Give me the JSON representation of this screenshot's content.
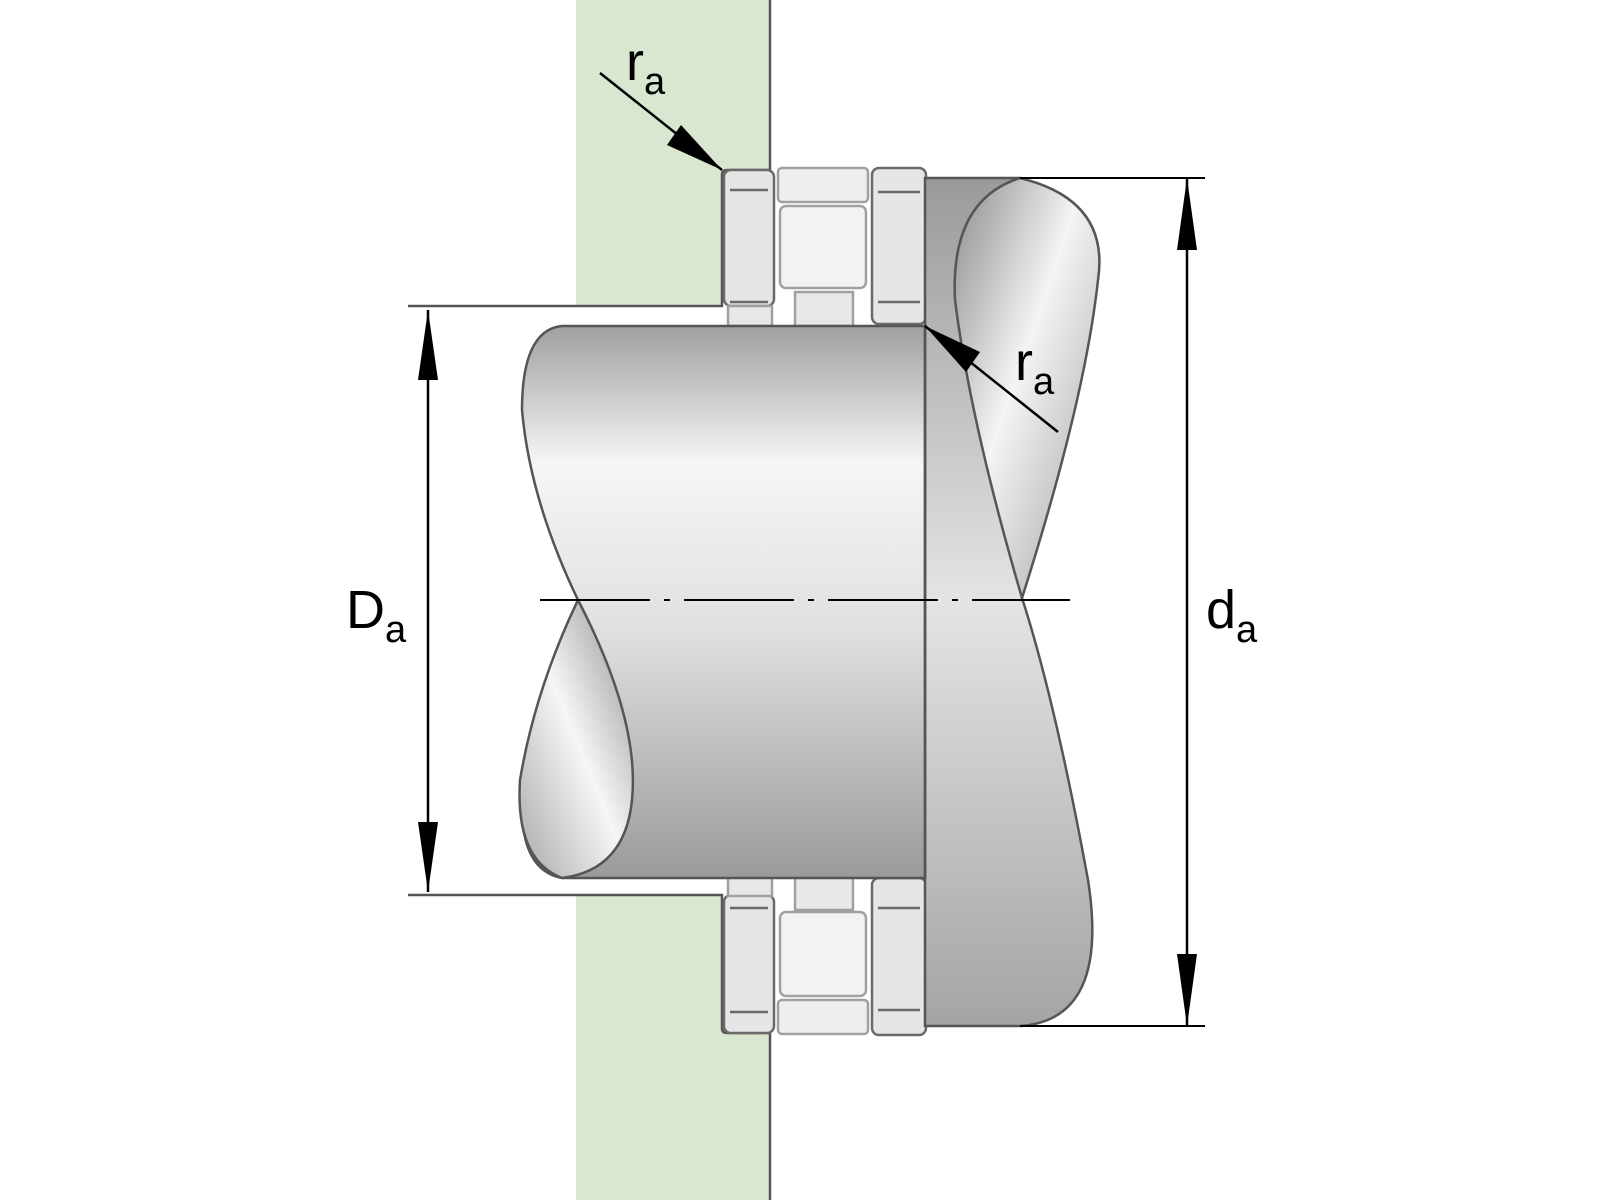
{
  "labels": {
    "ra_top": {
      "main": "r",
      "sub": "a"
    },
    "ra_right": {
      "main": "r",
      "sub": "a"
    },
    "Da": {
      "main": "D",
      "sub": "a"
    },
    "da": {
      "main": "d",
      "sub": "a"
    }
  },
  "colors": {
    "housing": "#d9e6d0",
    "steel_light": "#f2f2f2",
    "steel_dark": "#9c9c9c",
    "ring": "#e6e6e6",
    "outline": "#555555"
  }
}
